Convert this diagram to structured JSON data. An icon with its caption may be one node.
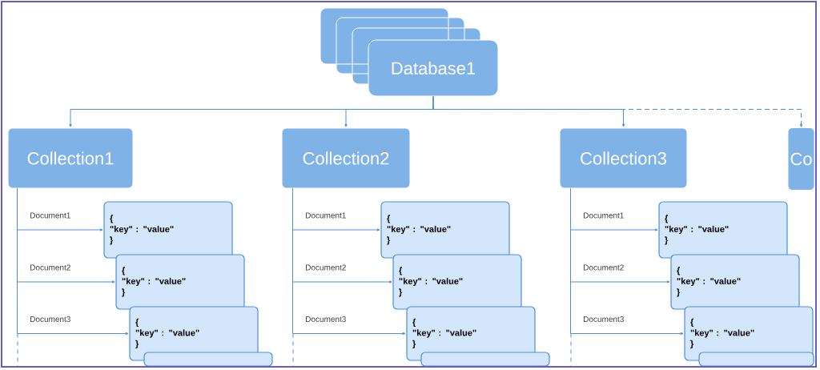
{
  "diagram": {
    "nodes": [
      {
        "text": [
          "Database1"
        ]
      },
      {
        "text": [
          "Collection1"
        ]
      },
      {
        "text": [
          "Collection2"
        ]
      },
      {
        "text": [
          "Collection3"
        ]
      },
      {
        "text": [
          "Co"
        ]
      },
      {
        "text": [
          "{",
          "\"key\" : \"value\"",
          "}"
        ]
      },
      {
        "text": [
          "{",
          "\"key\" : \"value\"",
          "}"
        ]
      },
      {
        "text": [
          "{",
          "\"key\" : \"value\"",
          "}"
        ]
      },
      {
        "text": [],
        "shape": "box"
      },
      {
        "text": [
          "{",
          "\"key\" : \"value\"",
          "}"
        ]
      },
      {
        "text": [
          "{",
          "\"key\" : \"value\"",
          "}"
        ]
      },
      {
        "text": [
          "{",
          "\"key\" : \"value\"",
          "}"
        ]
      },
      {
        "text": [],
        "shape": "box"
      },
      {
        "text": [
          "{",
          "\"key\" : \"value\"",
          "}"
        ]
      },
      {
        "text": [
          "{",
          "\"key\" : \"value\"",
          "}"
        ]
      },
      {
        "text": [
          "{",
          "\"key\" : \"value\"",
          "}"
        ]
      },
      {
        "text": [],
        "shape": "box"
      }
    ],
    "edges": [
      {
        "from": 0,
        "to": 1,
        "arrow": "to"
      },
      {
        "from": 0,
        "to": 2,
        "arrow": "to"
      },
      {
        "from": 0,
        "to": 3,
        "arrow": "to"
      },
      {
        "from": 0,
        "to": 4,
        "arrow": "to",
        "style": "dashed"
      },
      {
        "from": 1,
        "to": 5,
        "arrow": "to",
        "label": "Document1"
      },
      {
        "from": 1,
        "to": 6,
        "arrow": "to",
        "label": "Document2"
      },
      {
        "from": 1,
        "to": 7,
        "arrow": "to",
        "label": "Document3"
      },
      {
        "from": 2,
        "to": 9,
        "arrow": "to",
        "label": "Document1"
      },
      {
        "from": 2,
        "to": 10,
        "arrow": "to",
        "label": "Document2"
      },
      {
        "from": 2,
        "to": 11,
        "arrow": "to",
        "label": "Document3"
      },
      {
        "from": 3,
        "to": 13,
        "arrow": "to",
        "label": "Document1"
      },
      {
        "from": 3,
        "to": 14,
        "arrow": "to",
        "label": "Document2"
      },
      {
        "from": 3,
        "to": 15,
        "arrow": "to",
        "label": "Document3"
      }
    ]
  }
}
